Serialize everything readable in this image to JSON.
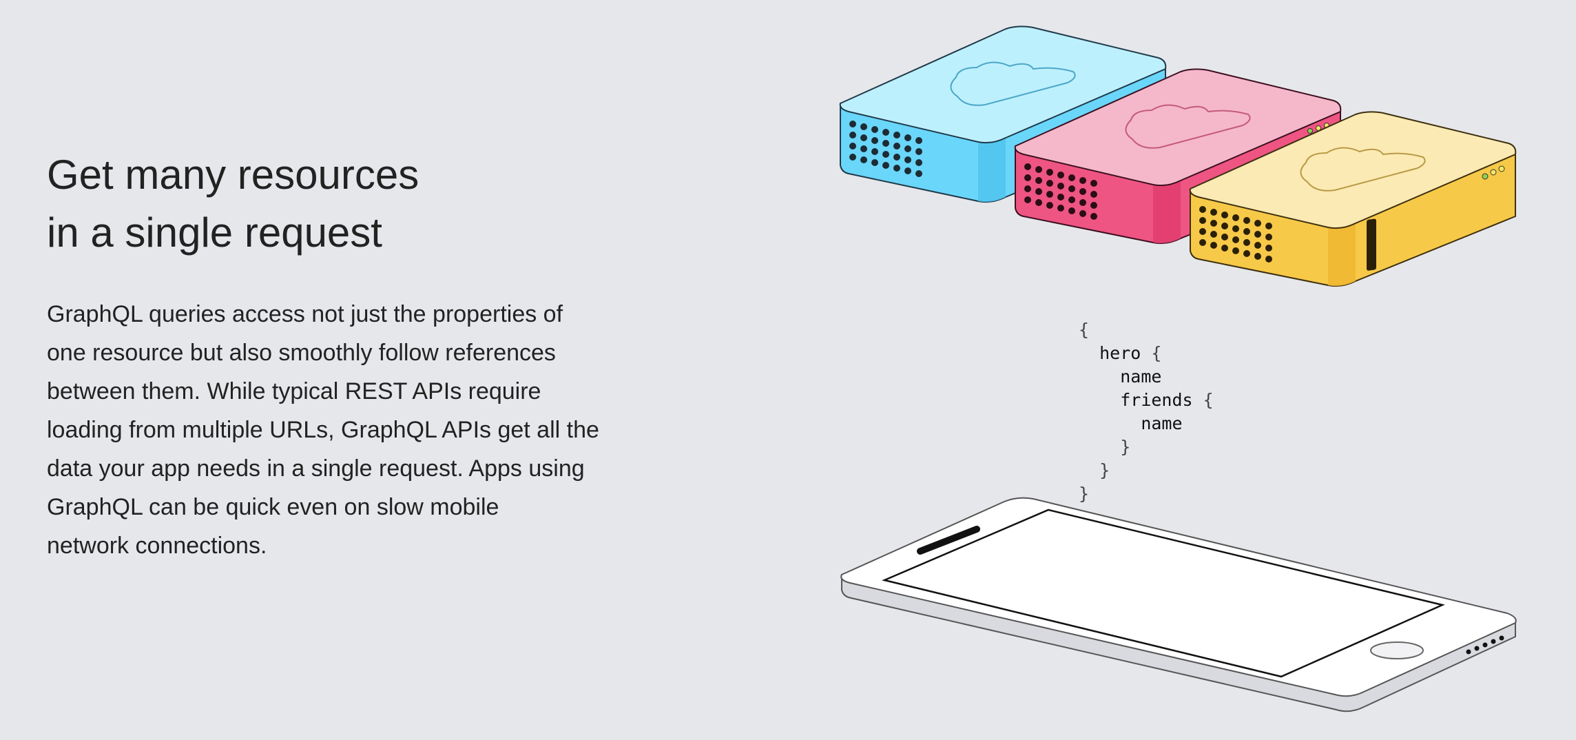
{
  "headline": {
    "line1": "Get many resources",
    "line2": "in a single request"
  },
  "description": {
    "lines": [
      "GraphQL queries access not just the properties of",
      "one resource but also smoothly follow references",
      "between them. While typical REST APIs require",
      "loading from multiple URLs, GraphQL APIs get all the",
      "data your app needs in a single request. Apps using",
      "GraphQL can be quick even on slow mobile",
      "network connections."
    ]
  },
  "query": {
    "open": "{",
    "hero_field": "hero",
    "hero_open": "{",
    "name_field": "name",
    "friends_field": "friends",
    "friends_open": "{",
    "friend_name_field": "name",
    "friends_close": "}",
    "hero_close": "}",
    "close": "}"
  },
  "colors": {
    "background": "#e6e7eb",
    "server_blue": "#6ad6fa",
    "server_pink": "#ee5583",
    "server_yellow": "#f7c948",
    "phone_body": "#ffffff"
  },
  "icons": {
    "cloud": "cloud-icon",
    "speaker": "speaker-grille-icon",
    "led": "status-led-icon"
  }
}
